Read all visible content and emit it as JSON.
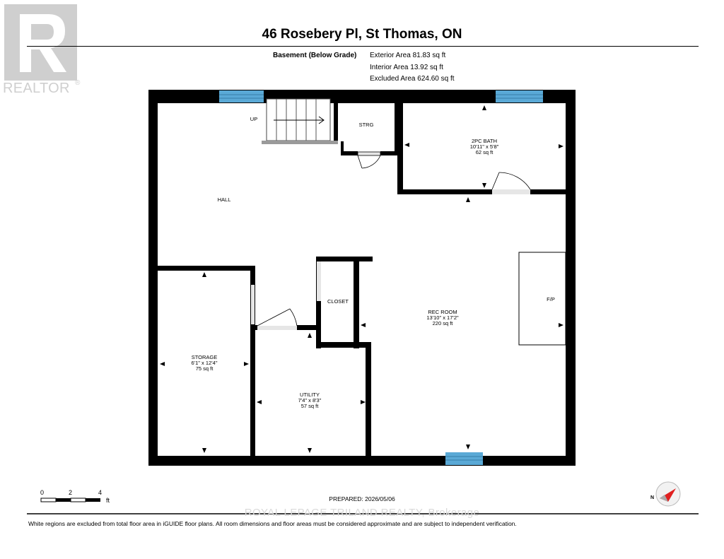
{
  "brand": {
    "name": "REALTOR",
    "registered_mark": "®",
    "logo_letter": "R"
  },
  "title": "46 Rosebery Pl, St Thomas, ON",
  "floor": {
    "label": "Basement (Below Grade)",
    "exterior_area": "Exterior Area 81.83 sq ft",
    "interior_area": "Interior Area 13.92 sq ft",
    "excluded_area": "Excluded Area 624.60 sq ft"
  },
  "rooms": {
    "up": "UP",
    "strg": "STRG",
    "bath": {
      "name": "2PC BATH",
      "dims": "10'11\" x 5'8\"",
      "area": "62 sq ft"
    },
    "hall": "HALL",
    "closet": "CLOSET",
    "rec": {
      "name": "REC ROOM",
      "dims": "13'10\" x 17'2\"",
      "area": "220 sq ft"
    },
    "fp": "F/P",
    "storage": {
      "name": "STORAGE",
      "dims": "6'1\" x 12'4\"",
      "area": "75 sq ft"
    },
    "utility": {
      "name": "UTILITY",
      "dims": "7'4\" x 8'3\"",
      "area": "57 sq ft"
    }
  },
  "scale": {
    "ticks": [
      "0",
      "2",
      "4"
    ],
    "unit": "ft"
  },
  "compass": {
    "north_label": "N"
  },
  "prepared": "PREPARED: 2026/05/06",
  "watermark": "ROYAL LEPAGE TRILAND REALTY, Brokerage",
  "disclaimer": "White regions are excluded from total floor area in iGUIDE floor plans. All room dimensions and floor areas must be considered approximate and are subject to independent verification.",
  "colors": {
    "wall": "#000000",
    "window": "#5aa9d6",
    "logo": "#cfcfcf",
    "compass": "#e02020"
  }
}
